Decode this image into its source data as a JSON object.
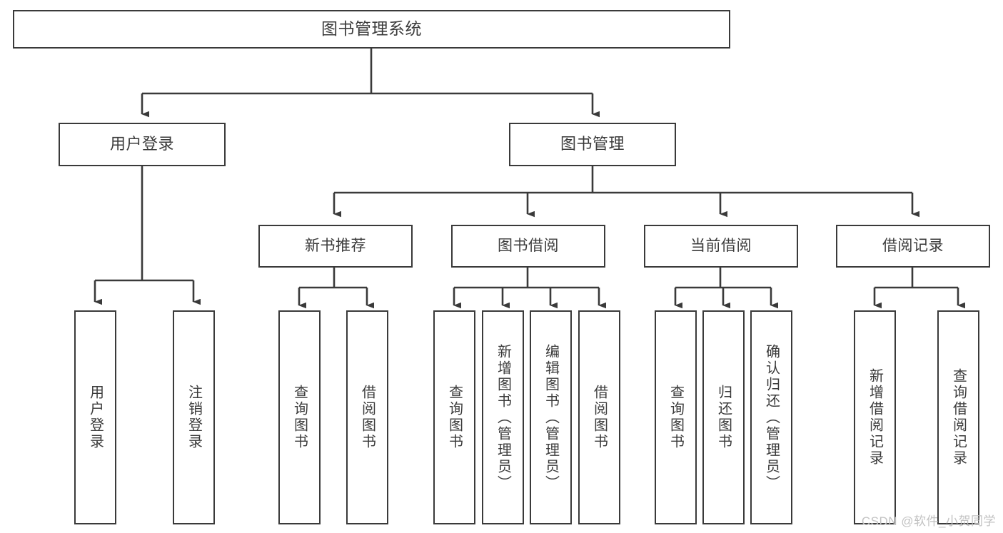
{
  "diagram": {
    "title": "图书管理系统",
    "type": "tree-hierarchy-diagram",
    "watermark": "CSDN @软件_小贺同学",
    "colors": {
      "box_border": "#3a3a3a",
      "box_fill": "#ffffff",
      "text": "#3b3b3b",
      "edge": "#3a3a3a",
      "watermark": "#c2c2c2",
      "background": "#ffffff"
    },
    "nodes": {
      "root": {
        "label": "图书管理系统"
      },
      "level1": [
        {
          "id": "user-login",
          "label": "用户登录"
        },
        {
          "id": "book-management",
          "label": "图书管理"
        }
      ],
      "level2": [
        {
          "id": "new-book-recommend",
          "label": "新书推荐"
        },
        {
          "id": "book-borrow",
          "label": "图书借阅"
        },
        {
          "id": "current-borrow",
          "label": "当前借阅"
        },
        {
          "id": "borrow-record",
          "label": "借阅记录"
        }
      ],
      "leaves": {
        "user_login": [
          {
            "id": "leaf-user-login",
            "label": "用户登录"
          },
          {
            "id": "leaf-logout-login",
            "label": "注销登录"
          }
        ],
        "new_book_recommend": [
          {
            "id": "leaf-query-book-1",
            "label": "查询图书"
          },
          {
            "id": "leaf-borrow-book-1",
            "label": "借阅图书"
          }
        ],
        "book_borrow": [
          {
            "id": "leaf-query-book-2",
            "label": "查询图书"
          },
          {
            "id": "leaf-add-book",
            "label": "新增图书（管理员）"
          },
          {
            "id": "leaf-edit-book",
            "label": "编辑图书（管理员）"
          },
          {
            "id": "leaf-borrow-book-2",
            "label": "借阅图书"
          }
        ],
        "current_borrow": [
          {
            "id": "leaf-query-book-3",
            "label": "查询图书"
          },
          {
            "id": "leaf-return-book",
            "label": "归还图书"
          },
          {
            "id": "leaf-confirm-return",
            "label": "确认归还（管理员）"
          }
        ],
        "borrow_record": [
          {
            "id": "leaf-add-record",
            "label": "新增借阅记录"
          },
          {
            "id": "leaf-query-record",
            "label": "查询借阅记录"
          }
        ]
      }
    }
  }
}
